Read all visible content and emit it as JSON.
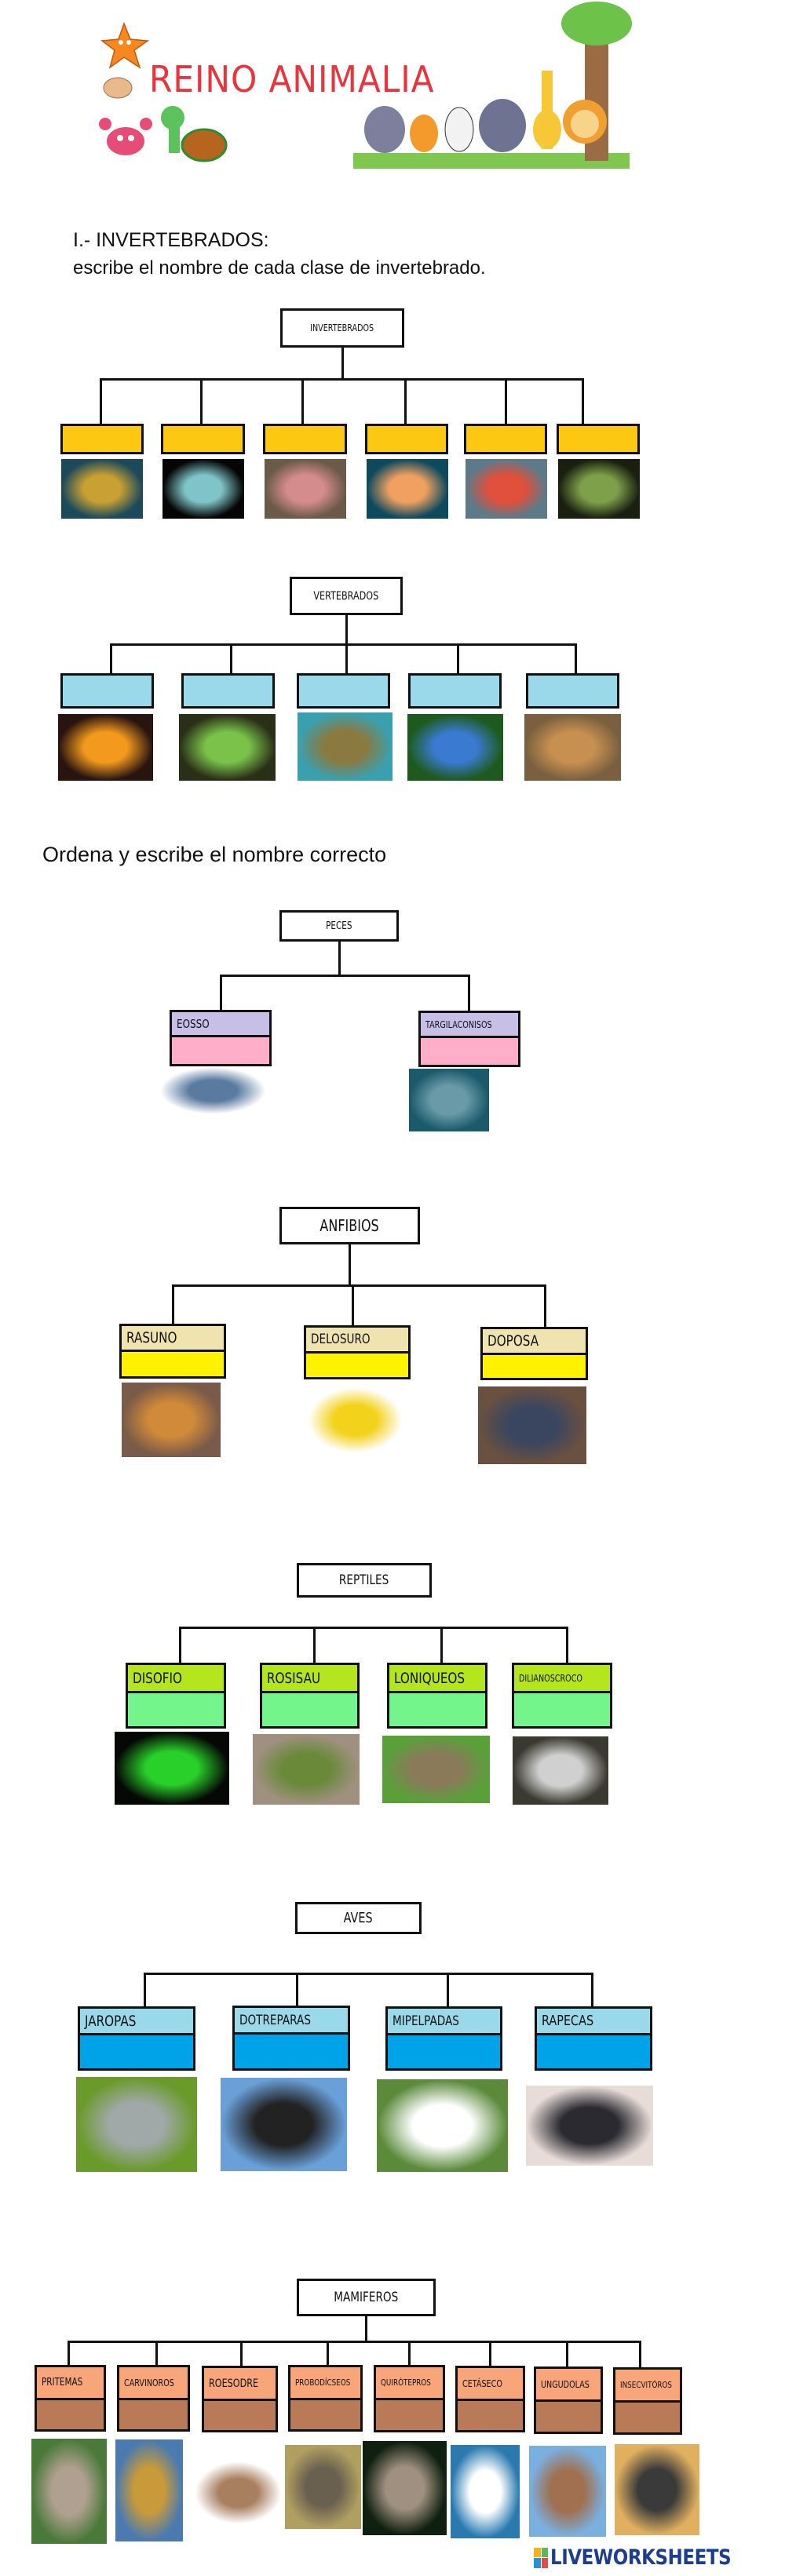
{
  "header": {
    "title": "REINO ANIMALIA"
  },
  "section1": {
    "heading": "I.- INVERTEBRADOS:",
    "instruction": "escribe el nombre de cada clase de invertebrado."
  },
  "section2": {
    "instruction": "Ordena y escribe el nombre correcto"
  },
  "trees": {
    "invertebrados": {
      "root": "INVERTEBRADOS",
      "children": [
        "",
        "",
        "",
        "",
        "",
        ""
      ],
      "box_color": "#fdc812"
    },
    "vertebrados": {
      "root": "VERTEBRADOS",
      "children": [
        "",
        "",
        "",
        "",
        ""
      ],
      "box_color": "#99d9ea"
    },
    "peces": {
      "root": "PECES",
      "children": [
        "EOSSO",
        "TARGILACONISOS"
      ],
      "label_color": "#c8bfe7",
      "box_color": "#ffaec9"
    },
    "anfibios": {
      "root": "ANFIBIOS",
      "children": [
        "RASUNO",
        "DELOSURO",
        "DOPOSA"
      ],
      "label_color": "#efe4b0",
      "box_color": "#fff200"
    },
    "reptiles": {
      "root": "REPTILES",
      "children": [
        "DISOFIO",
        "ROSISAU",
        "LONIQUEOS",
        "DILIANOSCROCO"
      ],
      "label_color": "#b5e61d",
      "box_color": "#74f58b"
    },
    "aves": {
      "root": "AVES",
      "children": [
        "JAROPAS",
        "DOTREPARAS",
        "MIPELPADAS",
        "RAPECAS"
      ],
      "label_color": "#99d9ea",
      "box_color": "#00a2e8"
    },
    "mamiferos": {
      "root": "MAMIFEROS",
      "children": [
        "PRITEMAS",
        "CARVINOROS",
        "ROESODRE",
        "PROBODÍCSEOS",
        "QUIRÓTEPROS",
        "CETÁSECO",
        "UNGUDOLAS",
        "INSECVITÓROS"
      ],
      "label_color": "#f9a57a",
      "box_color": "#b97a57"
    }
  },
  "footer": {
    "logo": "LIVEWORKSHEETS"
  }
}
